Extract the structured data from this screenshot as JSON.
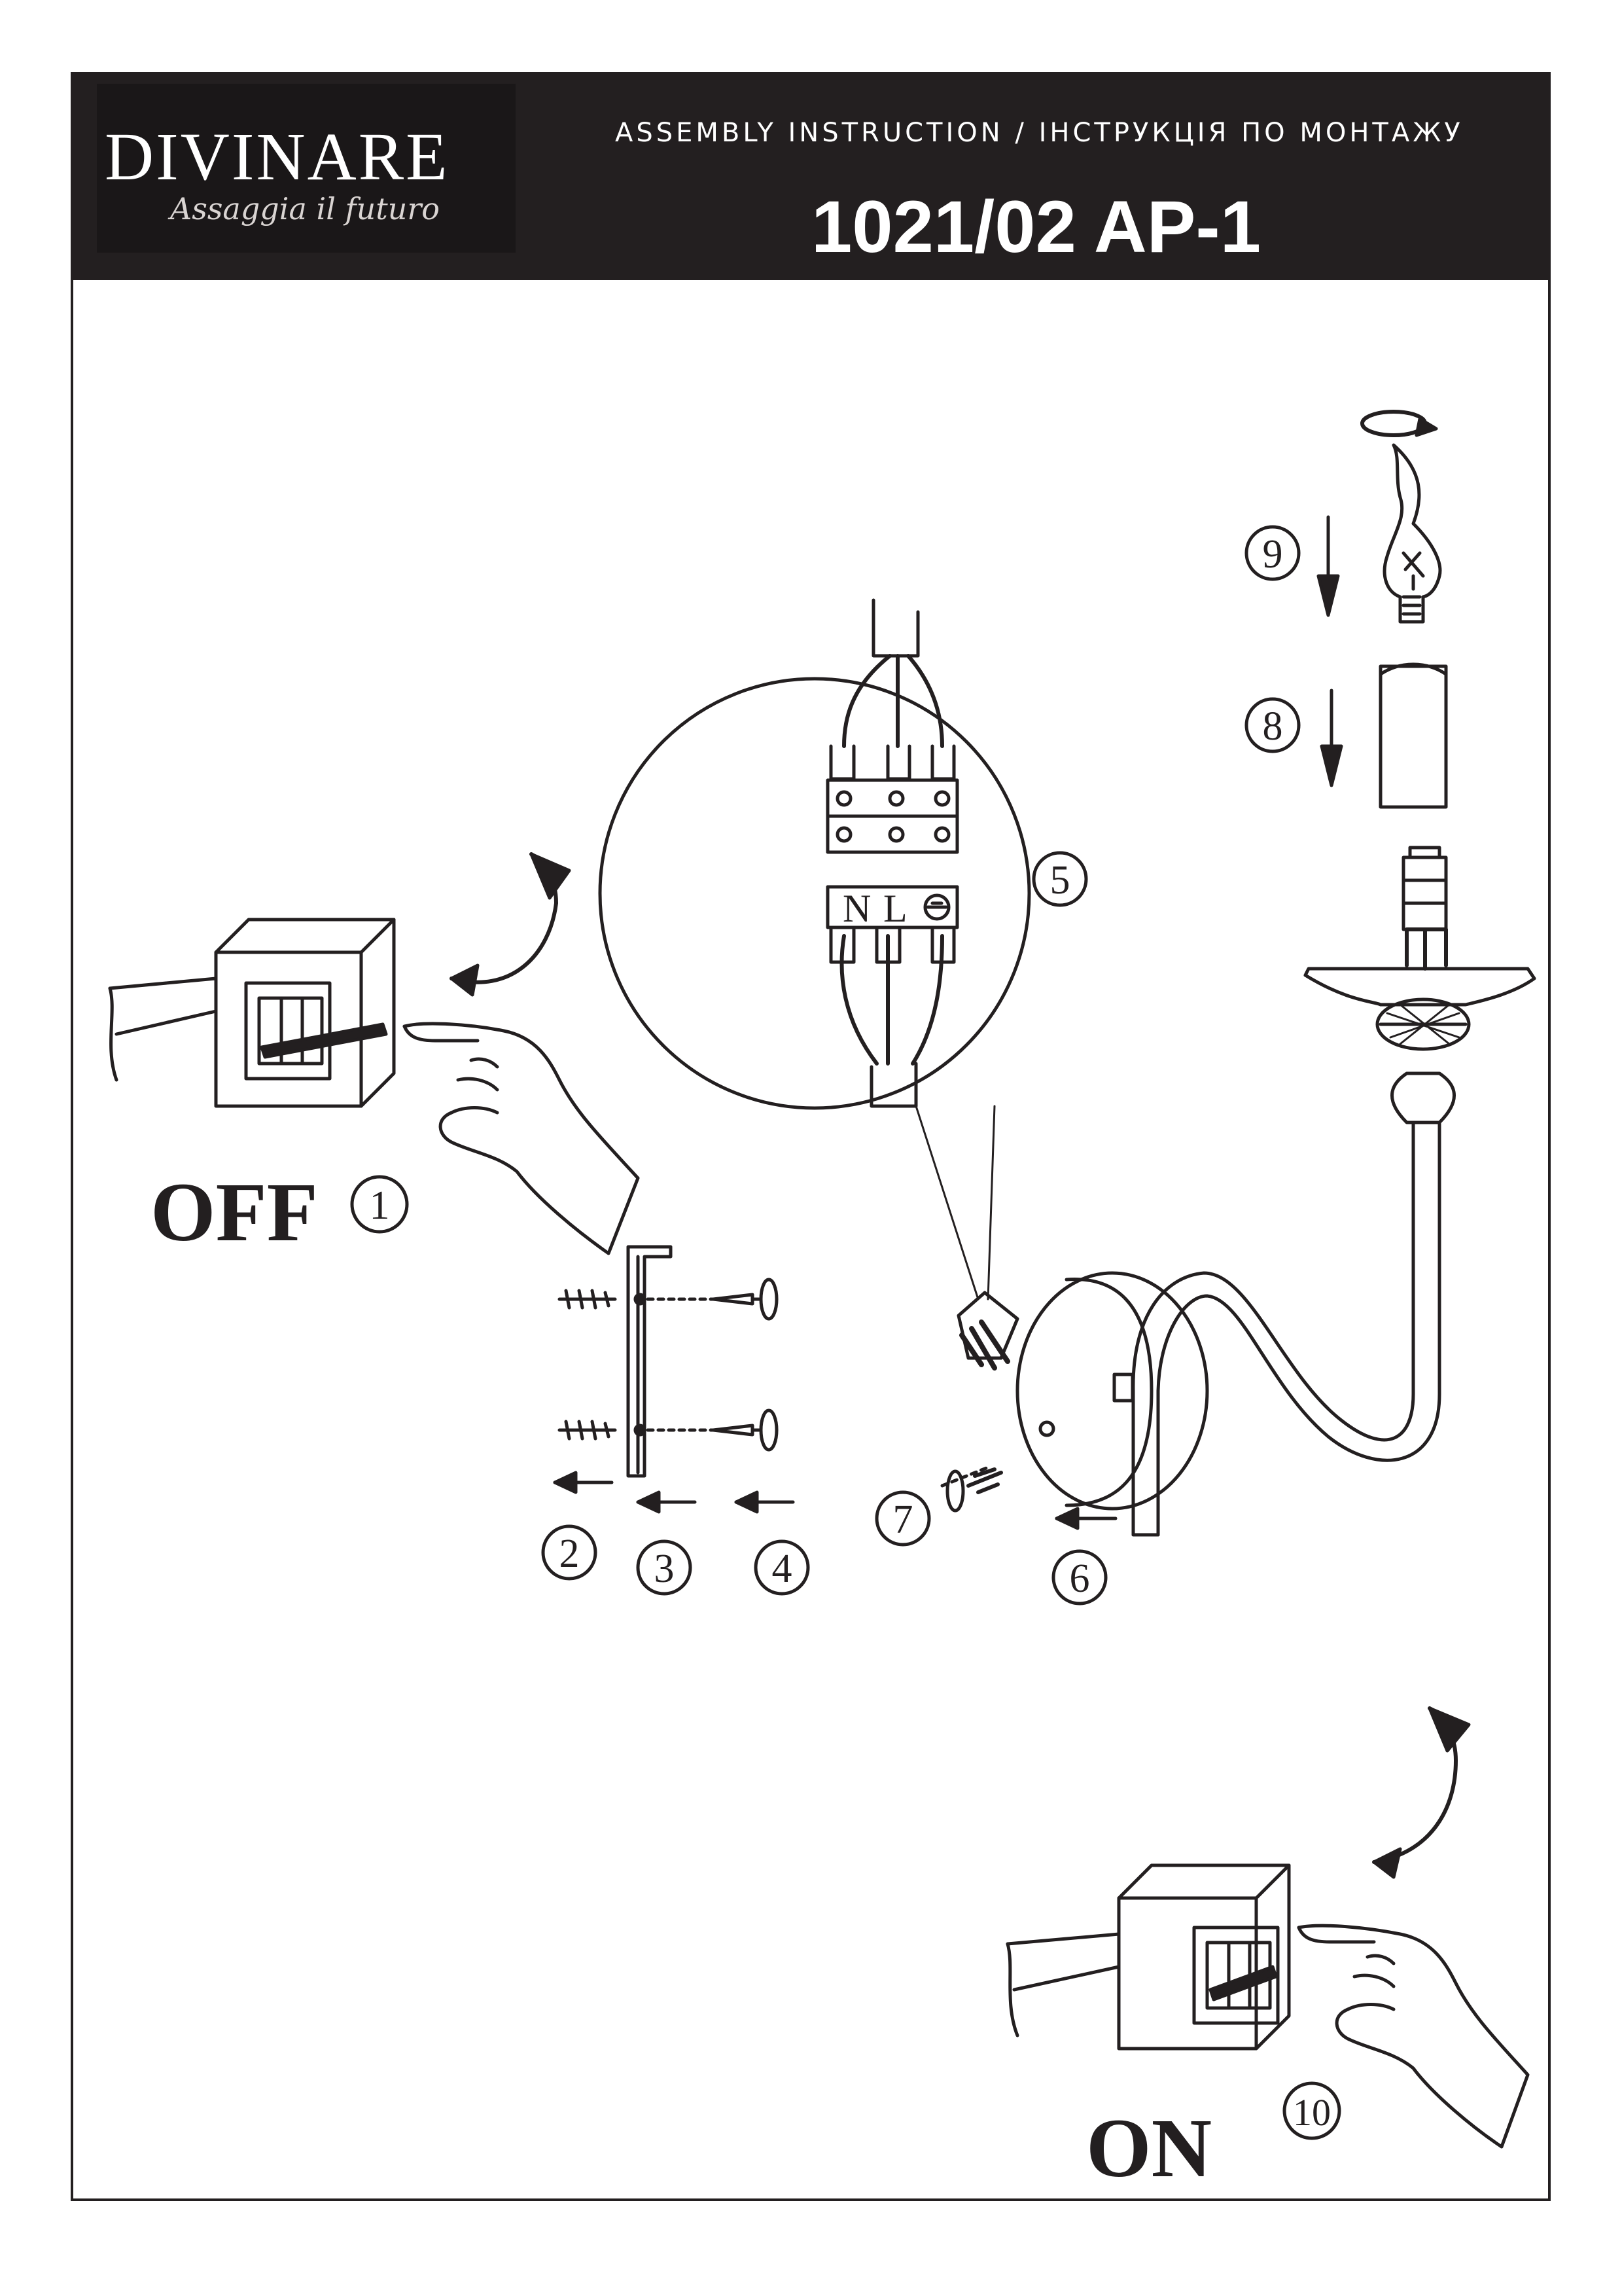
{
  "header": {
    "brand": "DIVINARE",
    "tagline": "Assaggia il futuro",
    "subtitle": "ASSEMBLY INSTRUCTION / ІНСТРУКЦІЯ ПО МОНТАЖУ",
    "model": "1021/02 AP-1"
  },
  "steps": {
    "off_label": "OFF",
    "on_label": "ON",
    "s1": "1",
    "s2": "2",
    "s3": "3",
    "s4": "4",
    "s5": "5",
    "s6": "6",
    "s7": "7",
    "s8": "8",
    "s9": "9",
    "s10": "10"
  },
  "terminal": {
    "n": "N",
    "l": "L"
  },
  "colors": {
    "ink": "#231f20",
    "paper": "#ffffff"
  }
}
